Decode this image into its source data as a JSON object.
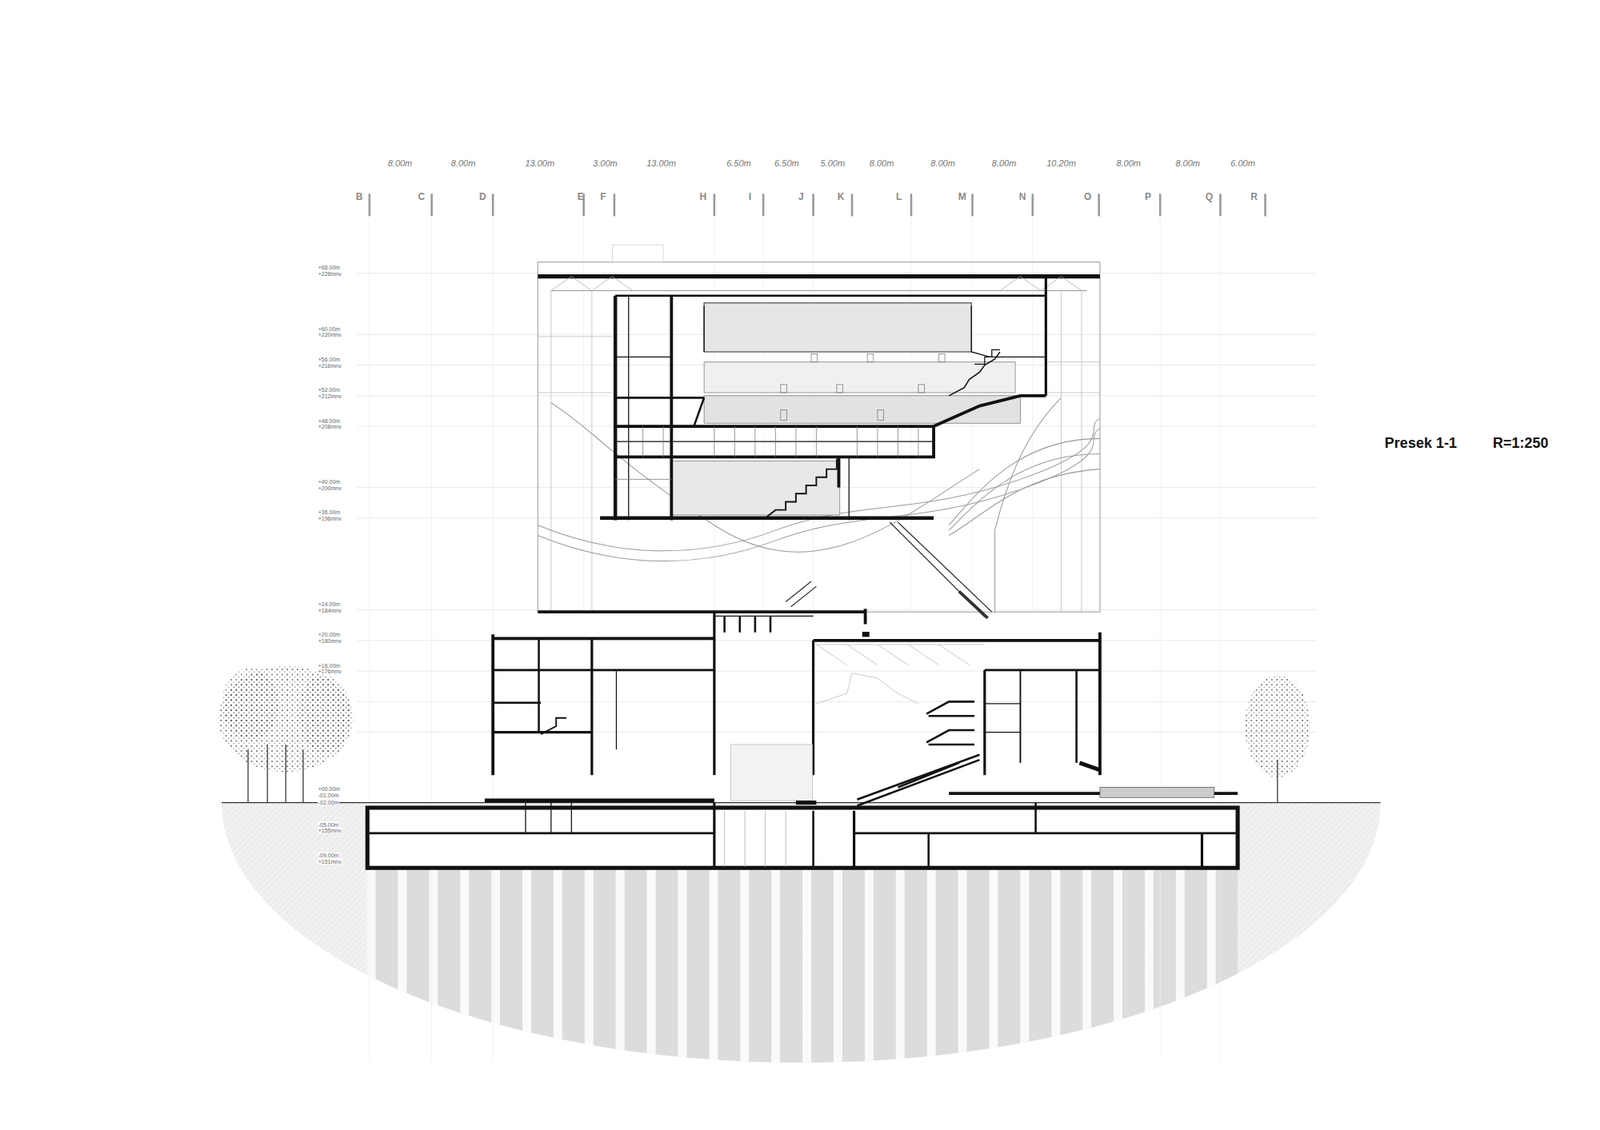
{
  "diagram": {
    "title": "Presek 1-1",
    "labels": [
      "8.00m",
      "8.00m",
      "13.00m",
      "3.00m",
      "13.00m",
      "6.50m",
      "6.50m",
      "5.00m",
      "8.00m",
      "8.00m",
      "8.00m",
      "10.20m",
      "8.00m",
      "8.00m",
      "6.00m",
      "B",
      "C",
      "D",
      "E",
      "F",
      "H",
      "I",
      "J",
      "K",
      "L",
      "M",
      "N",
      "O",
      "P",
      "Q",
      "R",
      "+68.00m",
      "+228mnv",
      "+60.00m",
      "+220mnv",
      "+56.00m",
      "+216mnv",
      "+52.00m",
      "+212mnv",
      "+48.00m",
      "+208mnv",
      "+40.00m",
      "+200mnv",
      "+36.00m",
      "+196mnv",
      "+24.00m",
      "+184mnv",
      "+20.00m",
      "+180mnv",
      "+16.00m",
      "+176mnv",
      "+00.00m",
      "-01.00m",
      "-02.00m",
      "-05.00m",
      "+155mnv",
      "-09.00m",
      "+151mnv",
      "R=1:250"
    ]
  }
}
